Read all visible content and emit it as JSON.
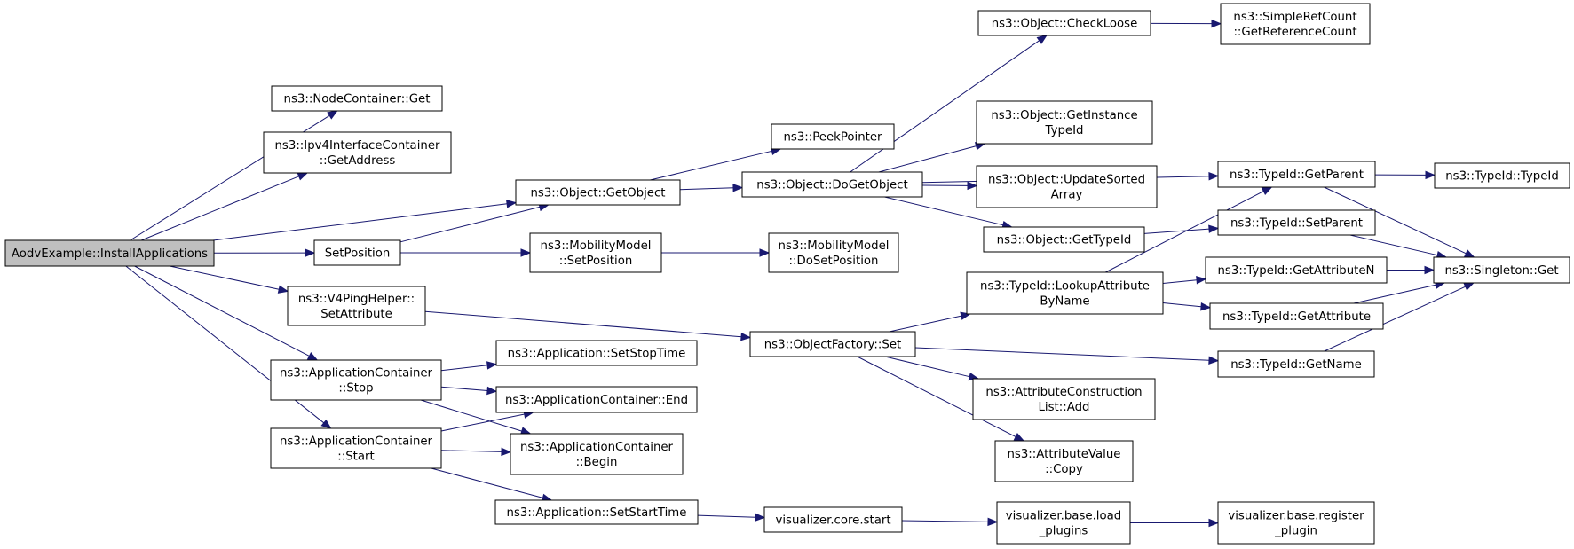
{
  "graph": {
    "title": "",
    "nodes": [
      {
        "id": "aodv",
        "lines": [
          "AodvExample::InstallApplications"
        ],
        "root": true
      },
      {
        "id": "ncget",
        "lines": [
          "ns3::NodeContainer::Get"
        ]
      },
      {
        "id": "ipv4get",
        "lines": [
          "ns3::Ipv4InterfaceContainer",
          "::GetAddress"
        ]
      },
      {
        "id": "getobject",
        "lines": [
          "ns3::Object::GetObject"
        ]
      },
      {
        "id": "setposition",
        "lines": [
          "SetPosition"
        ]
      },
      {
        "id": "v4ping",
        "lines": [
          "ns3::V4PingHelper::",
          "SetAttribute"
        ]
      },
      {
        "id": "acstop",
        "lines": [
          "ns3::ApplicationContainer",
          "::Stop"
        ]
      },
      {
        "id": "acstart",
        "lines": [
          "ns3::ApplicationContainer",
          "::Start"
        ]
      },
      {
        "id": "peekpointer",
        "lines": [
          "ns3::PeekPointer"
        ]
      },
      {
        "id": "dogetobject",
        "lines": [
          "ns3::Object::DoGetObject"
        ]
      },
      {
        "id": "mmsetposition",
        "lines": [
          "ns3::MobilityModel",
          "::SetPosition"
        ]
      },
      {
        "id": "mmdosetposition",
        "lines": [
          "ns3::MobilityModel",
          "::DoSetPosition"
        ]
      },
      {
        "id": "appsetstoptime",
        "lines": [
          "ns3::Application::SetStopTime"
        ]
      },
      {
        "id": "acend",
        "lines": [
          "ns3::ApplicationContainer::End"
        ]
      },
      {
        "id": "acbegin",
        "lines": [
          "ns3::ApplicationContainer",
          "::Begin"
        ]
      },
      {
        "id": "appsetstarttime",
        "lines": [
          "ns3::Application::SetStartTime"
        ]
      },
      {
        "id": "ofset",
        "lines": [
          "ns3::ObjectFactory::Set"
        ]
      },
      {
        "id": "vcorestart",
        "lines": [
          "visualizer.core.start"
        ]
      },
      {
        "id": "checkloose",
        "lines": [
          "ns3::Object::CheckLoose"
        ]
      },
      {
        "id": "getinstancetypeid",
        "lines": [
          "ns3::Object::GetInstance",
          "TypeId"
        ]
      },
      {
        "id": "updatesorted",
        "lines": [
          "ns3::Object::UpdateSorted",
          "Array"
        ]
      },
      {
        "id": "gettypeid",
        "lines": [
          "ns3::Object::GetTypeId"
        ]
      },
      {
        "id": "lookupattr",
        "lines": [
          "ns3::TypeId::LookupAttribute",
          "ByName"
        ]
      },
      {
        "id": "acladd",
        "lines": [
          "ns3::AttributeConstruction",
          "List::Add"
        ]
      },
      {
        "id": "avcopy",
        "lines": [
          "ns3::AttributeValue",
          "::Copy"
        ]
      },
      {
        "id": "loadplugins",
        "lines": [
          "visualizer.base.load",
          "_plugins"
        ]
      },
      {
        "id": "getrefcount",
        "lines": [
          "ns3::SimpleRefCount",
          "::GetReferenceCount"
        ]
      },
      {
        "id": "getparent",
        "lines": [
          "ns3::TypeId::GetParent"
        ]
      },
      {
        "id": "setparent",
        "lines": [
          "ns3::TypeId::SetParent"
        ]
      },
      {
        "id": "getattributen",
        "lines": [
          "ns3::TypeId::GetAttributeN"
        ]
      },
      {
        "id": "getattribute",
        "lines": [
          "ns3::TypeId::GetAttribute"
        ]
      },
      {
        "id": "getname",
        "lines": [
          "ns3::TypeId::GetName"
        ]
      },
      {
        "id": "registerplugin",
        "lines": [
          "visualizer.base.register",
          "_plugin"
        ]
      },
      {
        "id": "typeidctor",
        "lines": [
          "ns3::TypeId::TypeId"
        ]
      },
      {
        "id": "singletonget",
        "lines": [
          "ns3::Singleton::Get"
        ]
      }
    ],
    "edges": [
      [
        "aodv",
        "ncget"
      ],
      [
        "aodv",
        "ipv4get"
      ],
      [
        "aodv",
        "getobject"
      ],
      [
        "aodv",
        "setposition"
      ],
      [
        "aodv",
        "v4ping"
      ],
      [
        "aodv",
        "acstop"
      ],
      [
        "aodv",
        "acstart"
      ],
      [
        "getobject",
        "peekpointer"
      ],
      [
        "getobject",
        "dogetobject"
      ],
      [
        "setposition",
        "getobject"
      ],
      [
        "setposition",
        "mmsetposition"
      ],
      [
        "mmsetposition",
        "mmdosetposition"
      ],
      [
        "v4ping",
        "ofset"
      ],
      [
        "acstop",
        "appsetstoptime"
      ],
      [
        "acstop",
        "acend"
      ],
      [
        "acstop",
        "acbegin"
      ],
      [
        "acstart",
        "acend"
      ],
      [
        "acstart",
        "acbegin"
      ],
      [
        "acstart",
        "appsetstarttime"
      ],
      [
        "appsetstarttime",
        "vcorestart"
      ],
      [
        "vcorestart",
        "loadplugins"
      ],
      [
        "loadplugins",
        "registerplugin"
      ],
      [
        "dogetobject",
        "checkloose"
      ],
      [
        "dogetobject",
        "getparent"
      ],
      [
        "dogetobject",
        "getinstancetypeid"
      ],
      [
        "dogetobject",
        "updatesorted"
      ],
      [
        "dogetobject",
        "gettypeid"
      ],
      [
        "checkloose",
        "getrefcount"
      ],
      [
        "gettypeid",
        "setparent"
      ],
      [
        "ofset",
        "lookupattr"
      ],
      [
        "ofset",
        "getname"
      ],
      [
        "ofset",
        "acladd"
      ],
      [
        "ofset",
        "avcopy"
      ],
      [
        "lookupattr",
        "getparent"
      ],
      [
        "lookupattr",
        "getattributen"
      ],
      [
        "lookupattr",
        "getattribute"
      ],
      [
        "getparent",
        "typeidctor"
      ],
      [
        "getparent",
        "singletonget"
      ],
      [
        "setparent",
        "singletonget"
      ],
      [
        "getattributen",
        "singletonget"
      ],
      [
        "getattribute",
        "singletonget"
      ],
      [
        "getname",
        "singletonget"
      ]
    ]
  },
  "colors": {
    "edge": "#191970",
    "root_fill": "#bfbfbf",
    "node_fill": "#ffffff",
    "node_stroke": "#000000"
  }
}
